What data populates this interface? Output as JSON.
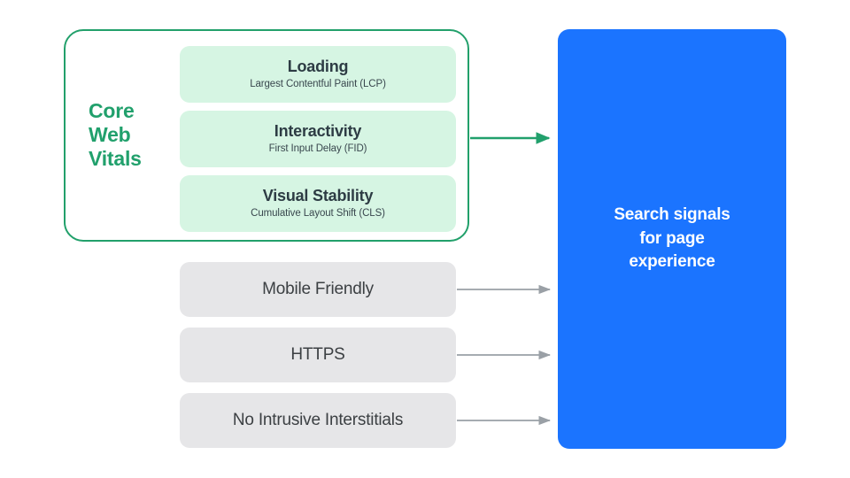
{
  "diagram": {
    "title": "Search signals for page experience",
    "colors": {
      "green_accent": "#21a06c",
      "green_card_bg": "#d6f5e3",
      "gray_card_bg": "#e6e6e8",
      "blue_panel": "#1b74ff",
      "arrow_gray": "#9aa0a6",
      "text_dark": "#2d3c44",
      "text_white": "#ffffff"
    }
  },
  "core_web_vitals": {
    "group_label": "Core\nWeb\nVitals",
    "group_label_line1": "Core",
    "group_label_line2": "Web",
    "group_label_line3": "Vitals",
    "metrics": [
      {
        "title": "Loading",
        "subtitle": "Largest Contentful Paint (LCP)"
      },
      {
        "title": "Interactivity",
        "subtitle": "First Input Delay (FID)"
      },
      {
        "title": "Visual Stability",
        "subtitle": "Cumulative Layout Shift (CLS)"
      }
    ]
  },
  "other_signals": [
    {
      "title": "Mobile Friendly"
    },
    {
      "title": "HTTPS"
    },
    {
      "title": "No Intrusive Interstitials"
    }
  ],
  "output_panel": {
    "text": "Search signals\nfor page\nexperience"
  }
}
